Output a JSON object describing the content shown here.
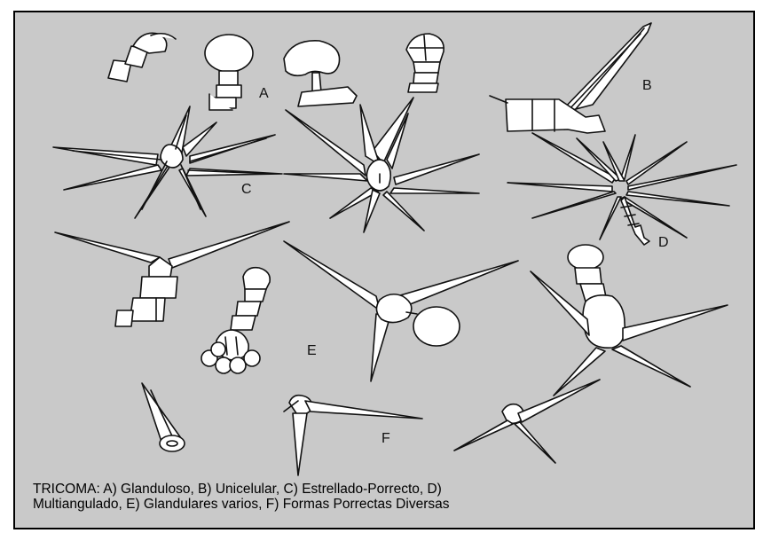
{
  "figure": {
    "labels": {
      "a": "A",
      "b": "B",
      "c": "C",
      "d": "D",
      "e": "E",
      "f": "F"
    },
    "caption_line1": "TRICOMA: A) Glanduloso, B) Unicelular, C) Estrellado-Porrecto, D)",
    "caption_line2": "Multiangulado, E) Glandulares varios, F) Formas Porrectas Diversas",
    "colors": {
      "background": "#c9c9c9",
      "ink": "#111111",
      "fill": "#ffffff"
    }
  }
}
